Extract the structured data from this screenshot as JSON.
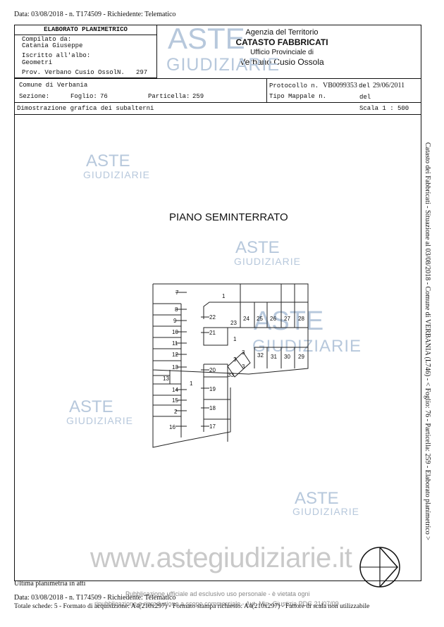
{
  "header_line": "Data: 03/08/2018 - n. T174509 - Richiedente: Telematico",
  "compiled_box": {
    "title": "ELABORATO PLANIMETRICO",
    "compiled_label": "Compilato da:",
    "compiled_name": "Catania Giuseppe",
    "registered_label": "Iscritto all'albo:",
    "registered_value": "Geometri",
    "prov_label": "Prov. Verbano Cusio Ossol",
    "prov_n_label": "N.",
    "prov_n_value": "297"
  },
  "agency": {
    "line1": "Agenzia del Territorio",
    "line2": "CATASTO FABBRICATI",
    "line3": "Ufficio Provinciale di",
    "line4": "Verbano Cusio Ossola"
  },
  "watermark": {
    "brand": "ASTE",
    "sub": "GIUDIZIARIE",
    "website": "www.astegiudiziarie.it"
  },
  "info_row1": {
    "comune": "Comune di Verbania",
    "protocollo_label": "Protocollo n.",
    "protocollo_value": "VB0099353",
    "del_label": "del",
    "del_value": "29/06/2011"
  },
  "info_row2": {
    "sezione_label": "Sezione:",
    "foglio_label": "Foglio:",
    "foglio_value": "76",
    "particella_label": "Particella:",
    "particella_value": "259",
    "tipo_label": "Tipo Mappale n.",
    "del_label": "del"
  },
  "info_row3": {
    "dimostrazione": "Dimostrazione grafica dei subalterni",
    "scala": "Scala 1 : 500"
  },
  "floor_title": "PIANO SEMINTERRATO",
  "units": [
    "7",
    "1",
    "8",
    "9",
    "10",
    "11",
    "12",
    "13",
    "13",
    "14",
    "15",
    "2",
    "16",
    "22",
    "21",
    "23",
    "24",
    "25",
    "26",
    "27",
    "28",
    "1",
    "3",
    "3",
    "3",
    "32",
    "31",
    "30",
    "29",
    "20",
    "33",
    "1",
    "19",
    "18",
    "17"
  ],
  "side_text": "Catasto dei Fabbricati - Situazione al 03/08/2018 - Comune di VERBANIA (L746) - < Foglio: 76 - Particella: 259 - Elaborato planimetrico >",
  "footer": {
    "last_plan": "Ultima planimetria in atti",
    "data_line": "Data: 03/08/2018 - n. T174509 - Richiedente: Telematico",
    "totale_line": "Totale schede: 5 - Formato di acquisizione: A4(210x297) - Formato stampa richiesto: A4(210x297) - Fattore di scala non utilizzabile",
    "publication_notice_1": "Pubblicazione ufficiale ad esclusivo uso personale - è vietata ogni",
    "publication_notice_2": "ripubblicazione o riproduzione a scopo commerciale - Aut. Min. Giustizia PDG 21/07/09"
  }
}
